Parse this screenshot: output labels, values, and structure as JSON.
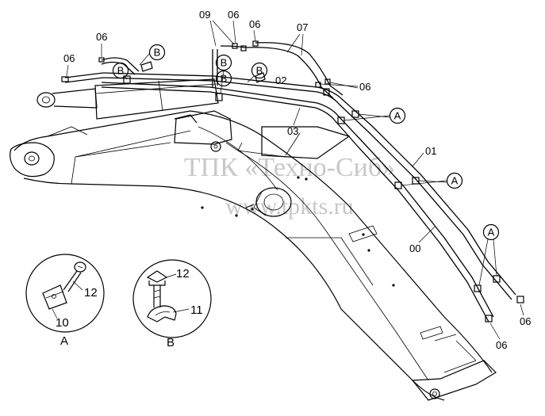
{
  "watermark": {
    "line1": "ТПК «Техно-Сиб»",
    "line2": "www.tpkts.ru"
  },
  "labels": {
    "n09": "09",
    "n06_top_a": "06",
    "n06_top_b": "06",
    "n07": "07",
    "n06_left_a": "06",
    "n06_left_b": "06",
    "n02": "02",
    "n03": "03",
    "n06_right": "06",
    "n01": "01",
    "n00": "00",
    "n06_bottom_a": "06",
    "n06_bottom_b": "06"
  },
  "callouts": {
    "A": "A",
    "B": "B"
  },
  "detail_a": {
    "part_upper": "12",
    "part_lower": "10",
    "title": "A"
  },
  "detail_b": {
    "part_upper": "12",
    "part_lower": "11",
    "title": "B"
  }
}
